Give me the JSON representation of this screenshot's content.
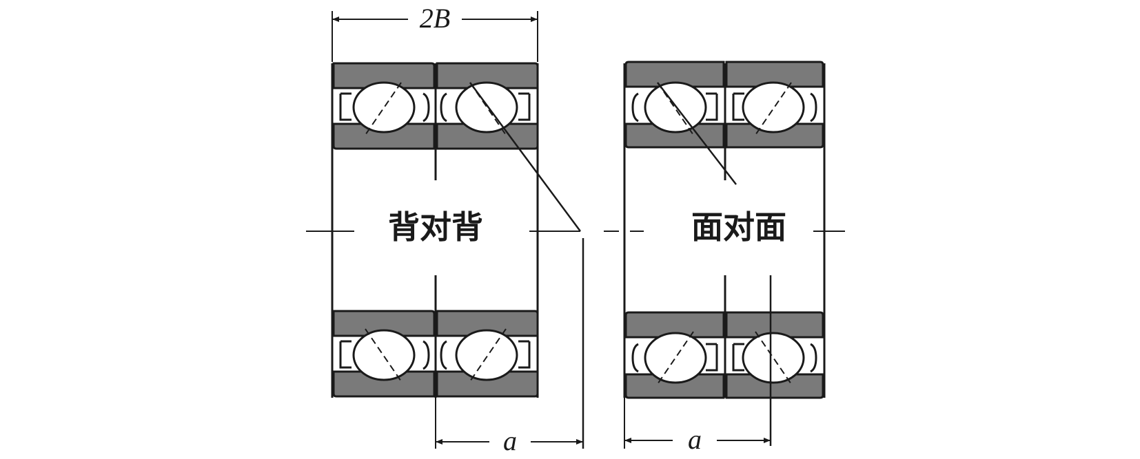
{
  "dimensions": {
    "width_label": "2B",
    "offset_label_back": "a",
    "offset_label_face": "a"
  },
  "arrangements": {
    "back_to_back": "背对背",
    "face_to_face": "面对面"
  },
  "colors": {
    "ring_fill": "#7a7a7a",
    "line": "#1a1a1a",
    "ball_fill": "#ffffff",
    "background": "#ffffff"
  }
}
